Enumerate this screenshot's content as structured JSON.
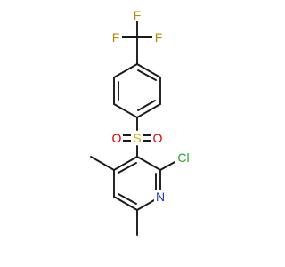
{
  "molecule": {
    "atoms": {
      "F_top": "F",
      "F_left": "F",
      "F_right": "F",
      "S": "S",
      "O_left": "O",
      "O_right": "O",
      "Cl": "Cl",
      "N": "N"
    },
    "colors": {
      "bond": "#1a1a1a",
      "fluorine": "#b8860b",
      "sulfur": "#c8b400",
      "oxygen": "#e00000",
      "chlorine": "#2ca02c",
      "nitrogen": "#1f3fbf"
    }
  }
}
